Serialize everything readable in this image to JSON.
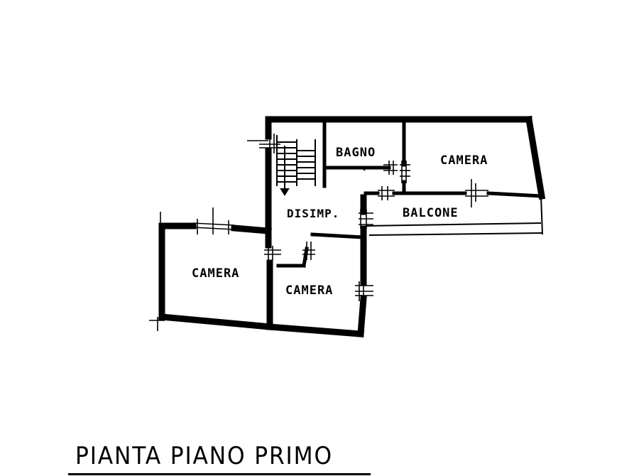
{
  "title": "PIANTA PIANO PRIMO",
  "rooms": {
    "bagno": "BAGNO",
    "camera_top_right": "CAMERA",
    "disimp": "DISIMP.",
    "balcone": "BALCONE",
    "camera_left": "CAMERA",
    "camera_center": "CAMERA"
  },
  "colors": {
    "wall": "#000000",
    "background": "#ffffff"
  }
}
